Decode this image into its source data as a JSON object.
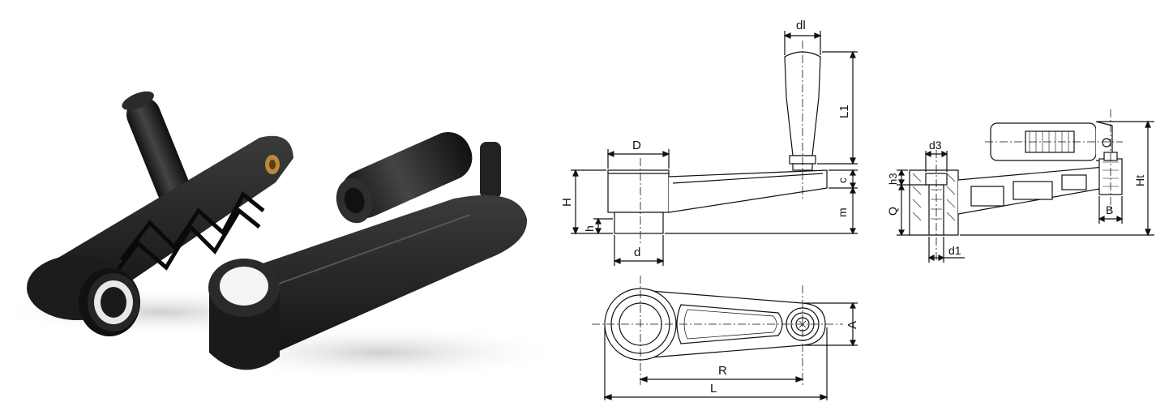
{
  "colors": {
    "background": "#ffffff",
    "handle_black": "#1e1e1e",
    "handle_highlight": "#4a4a4a",
    "cap_white": "#f4f4f4",
    "bushing_brass": "#b98a3a",
    "line": "#111111",
    "photo_backdrop": "#f2f2f2"
  },
  "photo": {
    "subject": "two black crank handles with revolving grips"
  },
  "side_view": {
    "labels": {
      "grip_diameter": "dl",
      "hub_diameter": "D",
      "height": "H",
      "hub_spigot": "h",
      "bore": "d",
      "grip_length": "L1",
      "arm_thickness": "c",
      "arm_height": "m"
    }
  },
  "section_view": {
    "labels": {
      "counterbore": "d3",
      "counterbore_depth": "h3",
      "hub_height": "Q",
      "bore": "d1",
      "overall_height": "Ht",
      "boss_width": "B"
    }
  },
  "top_view": {
    "labels": {
      "arm_width": "A",
      "radius": "R",
      "length": "L"
    }
  }
}
